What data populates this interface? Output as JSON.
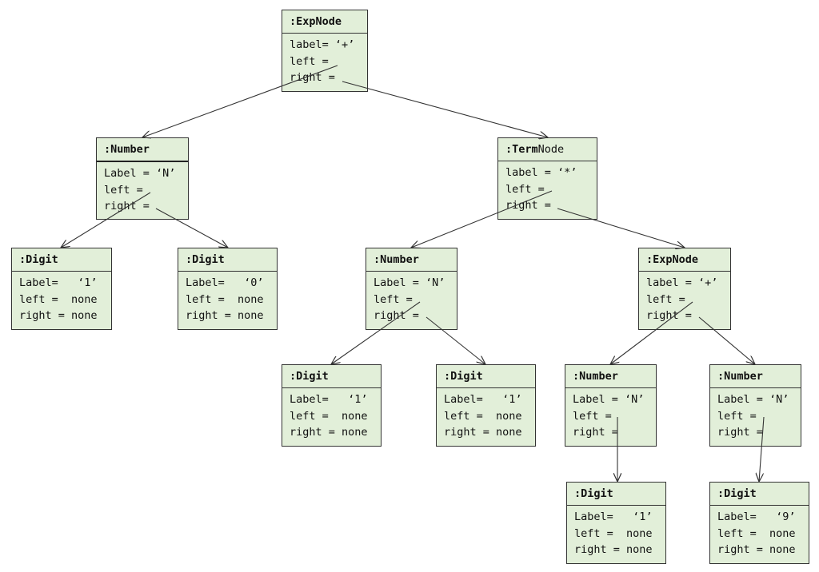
{
  "nodes": [
    {
      "id": "n0",
      "name": "expnode-root",
      "title_bold": ":ExpNode",
      "title_rest": "",
      "lines": [
        "label= ‘+’",
        "left =",
        "right ="
      ]
    },
    {
      "id": "n1",
      "name": "number-left",
      "title_bold": ":Number",
      "title_rest": "",
      "lines": [
        "Label = ‘N’",
        "left =",
        "right ="
      ]
    },
    {
      "id": "n2",
      "name": "termnode",
      "title_bold": ":Term",
      "title_rest": "Node",
      "lines": [
        "label = ‘*’",
        "left =",
        "right ="
      ]
    },
    {
      "id": "n3",
      "name": "digit-1-a",
      "title_bold": ":Digit",
      "title_rest": "",
      "lines": [
        "Label=   ‘1’",
        "left =  none",
        "right = none"
      ]
    },
    {
      "id": "n4",
      "name": "digit-0",
      "title_bold": ":Digit",
      "title_rest": "",
      "lines": [
        "Label=   ‘0’",
        "left =  none",
        "right = none"
      ]
    },
    {
      "id": "n5",
      "name": "number-middle",
      "title_bold": ":Number",
      "title_rest": "",
      "lines": [
        "Label = ‘N’",
        "left =",
        "right ="
      ]
    },
    {
      "id": "n6",
      "name": "expnode-inner",
      "title_bold": ":ExpNode",
      "title_rest": "",
      "lines": [
        "label = ‘+’",
        "left =",
        "right ="
      ]
    },
    {
      "id": "n7",
      "name": "digit-1-b",
      "title_bold": ":Digit",
      "title_rest": "",
      "lines": [
        "Label=   ‘1’",
        "left =  none",
        "right = none"
      ]
    },
    {
      "id": "n8",
      "name": "digit-1-c",
      "title_bold": ":Digit",
      "title_rest": "",
      "lines": [
        "Label=   ‘1’",
        "left =  none",
        "right = none"
      ]
    },
    {
      "id": "n9",
      "name": "number-inner-left",
      "title_bold": ":Number",
      "title_rest": "",
      "lines": [
        "Label = ‘N’",
        "left =",
        "right ="
      ]
    },
    {
      "id": "n10",
      "name": "number-inner-right",
      "title_bold": ":Number",
      "title_rest": "",
      "lines": [
        "Label = ‘N’",
        "left =",
        "right ="
      ]
    },
    {
      "id": "n11",
      "name": "digit-1-d",
      "title_bold": ":Digit",
      "title_rest": "",
      "lines": [
        "Label=   ‘1’",
        "left =  none",
        "right = none"
      ]
    },
    {
      "id": "n12",
      "name": "digit-9",
      "title_bold": ":Digit",
      "title_rest": "",
      "lines": [
        "Label=   ‘9’",
        "left =  none",
        "right = none"
      ]
    }
  ],
  "edges": [
    {
      "from": "n0",
      "to": "n1"
    },
    {
      "from": "n0",
      "to": "n2"
    },
    {
      "from": "n1",
      "to": "n3"
    },
    {
      "from": "n1",
      "to": "n4"
    },
    {
      "from": "n2",
      "to": "n5"
    },
    {
      "from": "n2",
      "to": "n6"
    },
    {
      "from": "n5",
      "to": "n7"
    },
    {
      "from": "n5",
      "to": "n8"
    },
    {
      "from": "n6",
      "to": "n9"
    },
    {
      "from": "n6",
      "to": "n10"
    },
    {
      "from": "n9",
      "to": "n11"
    },
    {
      "from": "n10",
      "to": "n12"
    }
  ]
}
